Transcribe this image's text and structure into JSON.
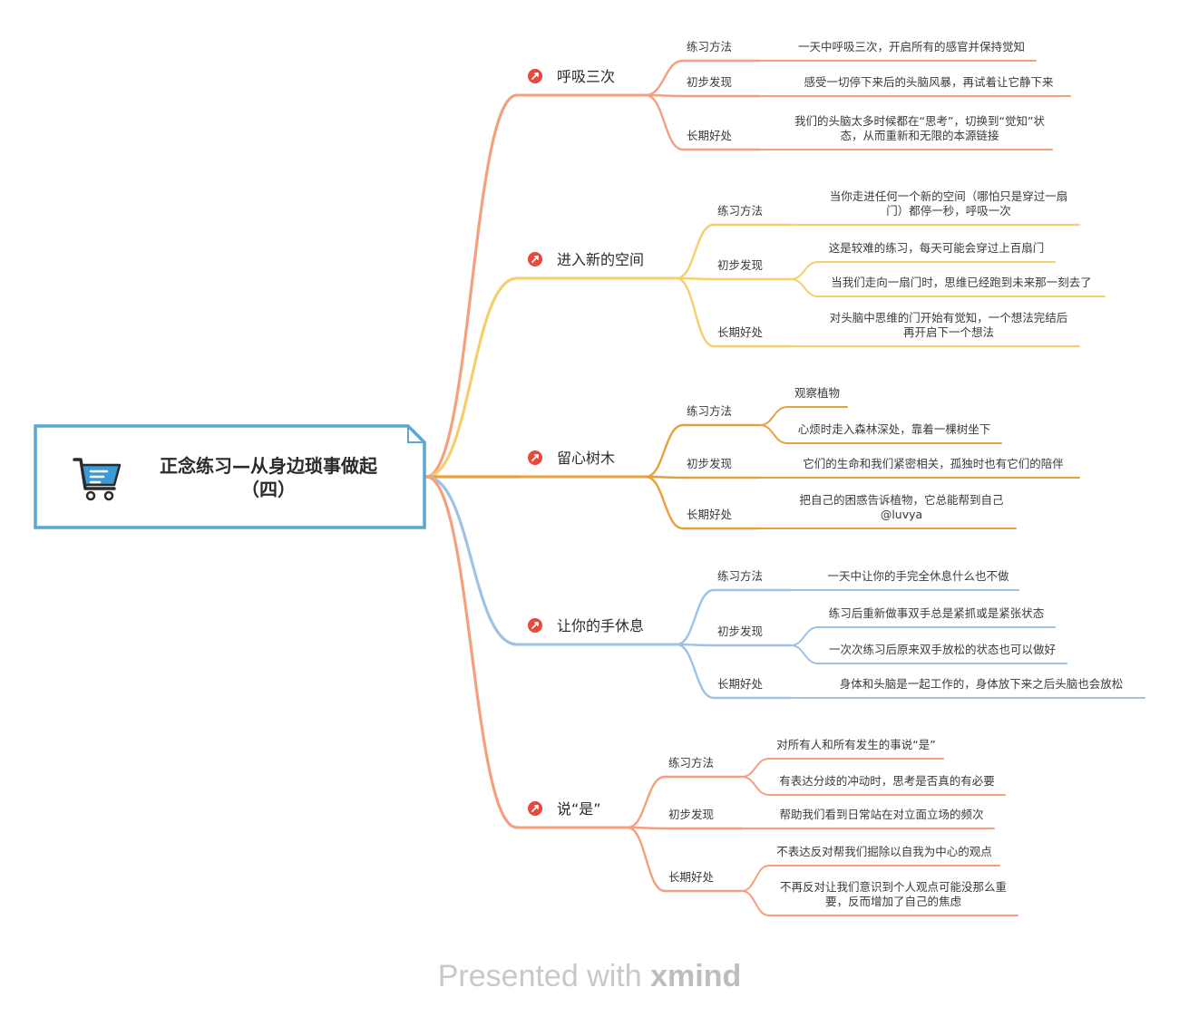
{
  "root": {
    "title_line1": "正念练习—从身边琐事做起",
    "title_line2": "（四）",
    "icon": "shopping-cart-icon"
  },
  "colors": {
    "b1": "#f4a07d",
    "b2": "#f5cf6b",
    "b3": "#e6a13c",
    "b4": "#9fc2e3",
    "b5": "#f4a07d",
    "rootBorder": "#5ba6d2",
    "cart": "#3e9ad6",
    "marker": "#e8483d"
  },
  "branches": [
    {
      "label": "呼吸三次",
      "cats": [
        {
          "label": "练习方法",
          "leaves": [
            {
              "lines": [
                "一天中呼吸三次，开启所有的感官并保持觉知"
              ]
            }
          ]
        },
        {
          "label": "初步发现",
          "leaves": [
            {
              "lines": [
                "感受一切停下来后的头脑风暴，再试着让它静下来"
              ]
            }
          ]
        },
        {
          "label": "长期好处",
          "leaves": [
            {
              "lines": [
                "我们的头脑太多时候都在“思考”，切换到“觉知”状",
                "态，从而重新和无限的本源链接"
              ]
            }
          ]
        }
      ]
    },
    {
      "label": "进入新的空间",
      "cats": [
        {
          "label": "练习方法",
          "leaves": [
            {
              "lines": [
                "当你走进任何一个新的空间（哪怕只是穿过一扇",
                "门）都停一秒，呼吸一次"
              ]
            }
          ]
        },
        {
          "label": "初步发现",
          "leaves": [
            {
              "lines": [
                "这是较难的练习，每天可能会穿过上百扇门"
              ]
            },
            {
              "lines": [
                "当我们走向一扇门时，思维已经跑到未来那一刻去了"
              ]
            }
          ]
        },
        {
          "label": "长期好处",
          "leaves": [
            {
              "lines": [
                "对头脑中思维的门开始有觉知，一个想法完结后",
                "再开启下一个想法"
              ]
            }
          ]
        }
      ]
    },
    {
      "label": "留心树木",
      "cats": [
        {
          "label": "练习方法",
          "leaves": [
            {
              "lines": [
                "观察植物"
              ]
            },
            {
              "lines": [
                "心烦时走入森林深处，靠着一棵树坐下"
              ]
            }
          ]
        },
        {
          "label": "初步发现",
          "leaves": [
            {
              "lines": [
                "它们的生命和我们紧密相关，孤独时也有它们的陪伴"
              ]
            }
          ]
        },
        {
          "label": "长期好处",
          "leaves": [
            {
              "lines": [
                "把自己的困惑告诉植物，它总能帮到自己",
                "@luvya"
              ]
            }
          ]
        }
      ]
    },
    {
      "label": "让你的手休息",
      "cats": [
        {
          "label": "练习方法",
          "leaves": [
            {
              "lines": [
                "一天中让你的手完全休息什么也不做"
              ]
            }
          ]
        },
        {
          "label": "初步发现",
          "leaves": [
            {
              "lines": [
                "练习后重新做事双手总是紧抓或是紧张状态"
              ]
            },
            {
              "lines": [
                "一次次练习后原来双手放松的状态也可以做好"
              ]
            }
          ]
        },
        {
          "label": "长期好处",
          "leaves": [
            {
              "lines": [
                "身体和头脑是一起工作的，身体放下来之后头脑也会放松"
              ]
            }
          ]
        }
      ]
    },
    {
      "label": "说“是”",
      "cats": [
        {
          "label": "练习方法",
          "leaves": [
            {
              "lines": [
                "对所有人和所有发生的事说“是”"
              ]
            },
            {
              "lines": [
                "有表达分歧的冲动时，思考是否真的有必要"
              ]
            }
          ]
        },
        {
          "label": "初步发现",
          "leaves": [
            {
              "lines": [
                "帮助我们看到日常站在对立面立场的频次"
              ]
            }
          ]
        },
        {
          "label": "长期好处",
          "leaves": [
            {
              "lines": [
                "不表达反对帮我们掘除以自我为中心的观点"
              ]
            },
            {
              "lines": [
                "不再反对让我们意识到个人观点可能没那么重",
                "要，反而增加了自己的焦虑"
              ]
            }
          ]
        }
      ]
    }
  ],
  "footer": {
    "presented": "Presented with ",
    "brand": "xmind"
  }
}
